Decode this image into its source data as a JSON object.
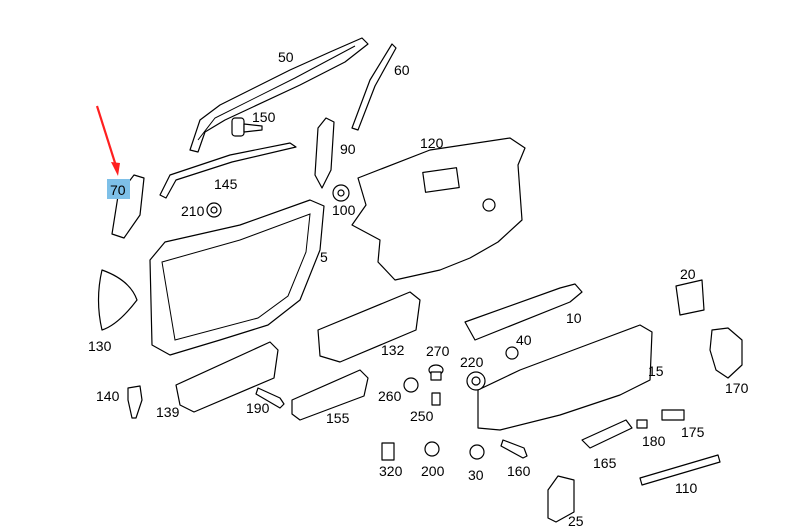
{
  "highlight_label": "70",
  "labels": {
    "l50": "50",
    "l60": "60",
    "l150": "150",
    "l90": "90",
    "l120": "120",
    "l70": "70",
    "l145": "145",
    "l100": "100",
    "l210": "210",
    "l5": "5",
    "l20": "20",
    "l130": "130",
    "l10": "10",
    "l40": "40",
    "l132": "132",
    "l270": "270",
    "l220": "220",
    "l15": "15",
    "l170": "170",
    "l140": "140",
    "l139": "139",
    "l190": "190",
    "l155": "155",
    "l260": "260",
    "l250": "250",
    "l180": "180",
    "l175": "175",
    "l165": "165",
    "l320": "320",
    "l200": "200",
    "l30": "30",
    "l160": "160",
    "l110": "110",
    "l25": "25"
  },
  "colors": {
    "highlight": "#7ec0e8",
    "arrow": "#ff2020"
  }
}
